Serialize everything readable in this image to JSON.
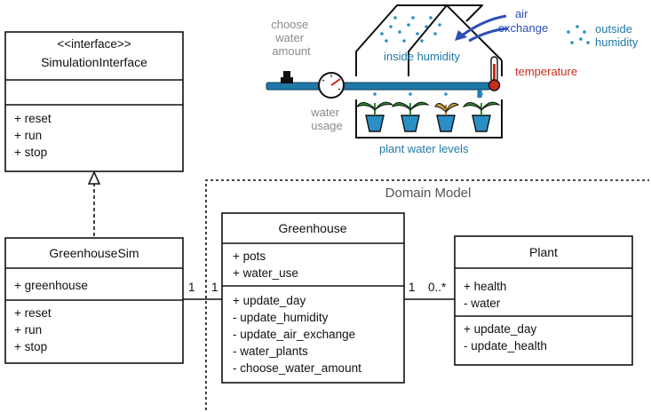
{
  "colors": {
    "pipe": "#1f78a8",
    "humidity": "#2a8fc4",
    "air": "#2f4fb8",
    "temperature": "#c62f1a",
    "plant_leaf": "#2e8a2e",
    "pot": "#2a8fc4",
    "label_gray": "#8a8a8a"
  },
  "illustration": {
    "choose_water_amount": [
      "choose",
      "water",
      "amount"
    ],
    "water_usage": [
      "water",
      "usage"
    ],
    "air_exchange": [
      "air",
      "exchange"
    ],
    "outside_humidity": [
      "outside",
      "humidity"
    ],
    "inside_humidity": "inside humidity",
    "temperature": "temperature",
    "plant_water_levels": "plant water levels",
    "icons": [
      "greenhouse-icon",
      "water-pipe-icon",
      "tap-valve-icon",
      "water-meter-icon",
      "thermometer-icon",
      "plant-pot-icon",
      "wilted-plant-icon",
      "water-drops-icon",
      "air-exchange-arrow-icon"
    ]
  },
  "simulation_interface": {
    "stereotype": "<<interface>>",
    "name": "SimulationInterface",
    "attributes": [],
    "methods": [
      "+ reset",
      "+ run",
      "+ stop"
    ]
  },
  "greenhouse_sim": {
    "name": "GreenhouseSim",
    "attributes": [
      "+ greenhouse"
    ],
    "methods": [
      "+ reset",
      "+ run",
      "+ stop"
    ]
  },
  "domain_model": {
    "label": "Domain Model"
  },
  "greenhouse": {
    "name": "Greenhouse",
    "attributes": [
      "+ pots",
      "+ water_use"
    ],
    "methods": [
      "+ update_day",
      "-  update_humidity",
      "-  update_air_exchange",
      "-  water_plants",
      "-  choose_water_amount"
    ]
  },
  "plant": {
    "name": "Plant",
    "attributes": [
      "+ health",
      "-  water"
    ],
    "methods": [
      "+ update_day",
      "-  update_health"
    ]
  },
  "associations": {
    "sim_to_greenhouse": {
      "source_mult": "1",
      "target_mult": "1"
    },
    "greenhouse_to_plant": {
      "source_mult": "1",
      "target_mult": "0..*"
    }
  }
}
